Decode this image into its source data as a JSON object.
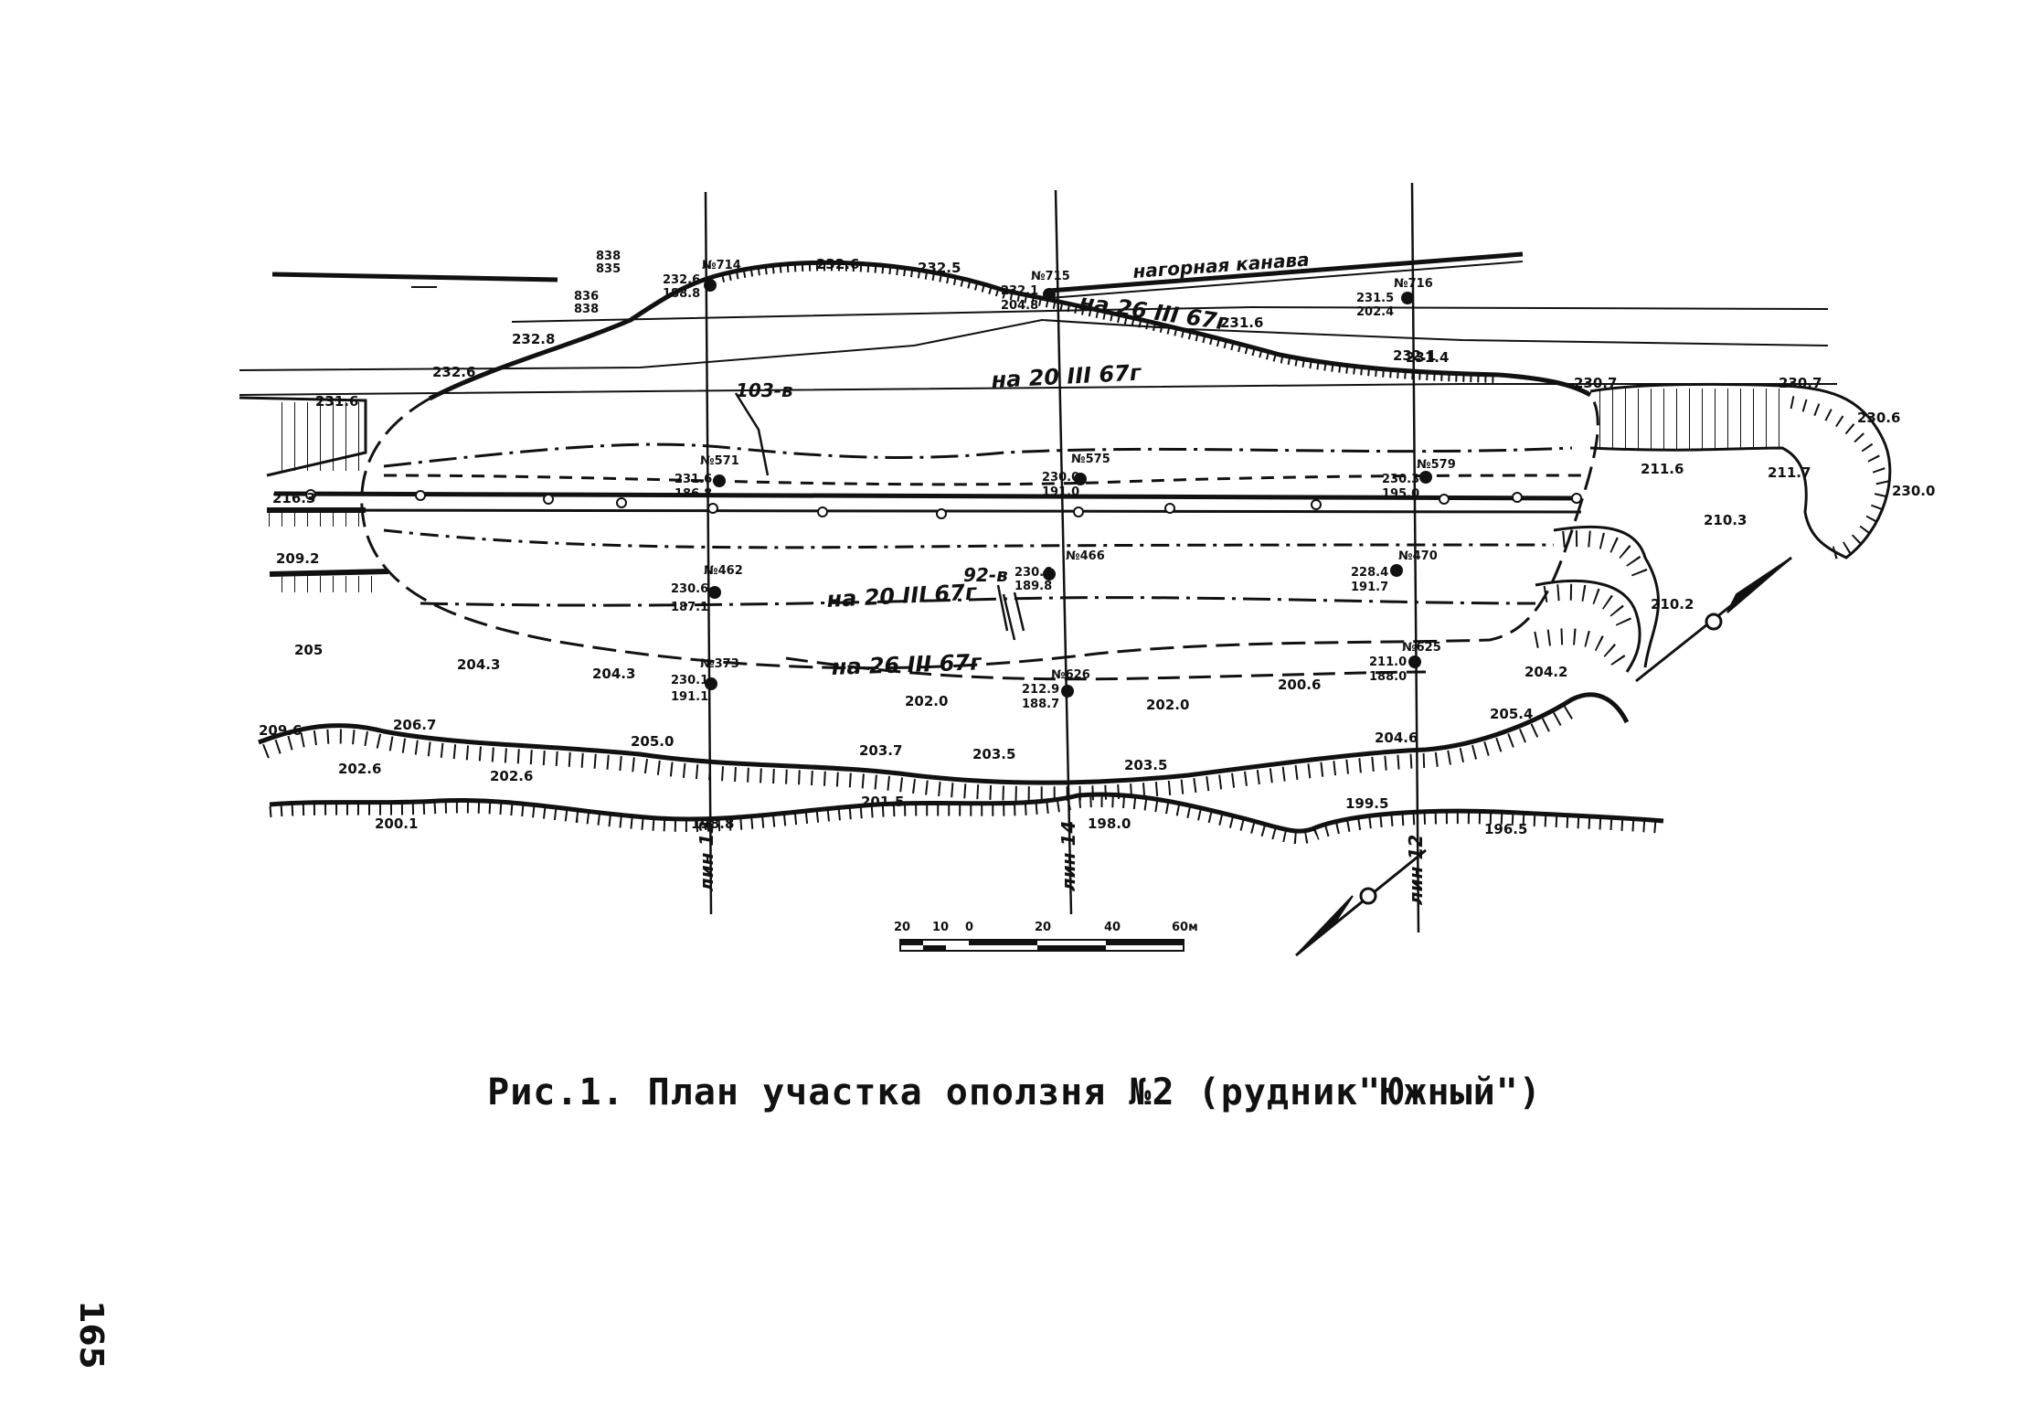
{
  "figure": {
    "caption": "Рис.1. План участка оползня №2 (рудник\"Южный\")",
    "page_number": "165"
  },
  "profiles": [
    {
      "id": "13",
      "label": "лин 13"
    },
    {
      "id": "14",
      "label": "лин 14"
    },
    {
      "id": "12",
      "label": "лин 12"
    }
  ],
  "wells": [
    {
      "name": "№714",
      "elev": "232.6",
      "depth": "188.8"
    },
    {
      "name": "№715",
      "elev": "232.1",
      "depth": "204.8"
    },
    {
      "name": "№716",
      "elev": "231.5",
      "depth": "202.4"
    },
    {
      "name": "№571",
      "elev": "231.6",
      "depth": "186.8"
    },
    {
      "name": "№575",
      "elev": "230.0",
      "depth": "191.0"
    },
    {
      "name": "№579",
      "elev": "230.3",
      "depth": "195.0"
    },
    {
      "name": "№462",
      "elev": "230.6",
      "depth": "187.1"
    },
    {
      "name": "№466",
      "elev": "230.6",
      "depth": "189.8"
    },
    {
      "name": "№470",
      "elev": "228.4",
      "depth": "191.7"
    },
    {
      "name": "№373",
      "elev": "230.1",
      "depth": "191.1"
    },
    {
      "name": "№626",
      "elev": "212.9",
      "depth": "188.7"
    },
    {
      "name": "№625",
      "elev": "211.0",
      "depth": "188.0"
    }
  ],
  "annotations": {
    "canal": "нагорная канава",
    "boundary_1": "на 26 III 67г",
    "boundary_2": "на 20 III 67г",
    "boundary_3": "на 20 III 67г",
    "boundary_4": "на 26 III 67г",
    "crack_1": "103-в",
    "crack_2": "92-в",
    "top_marks": [
      "838",
      "835",
      "836",
      "838"
    ]
  },
  "elevations": [
    "232.6",
    "232.5",
    "232.8",
    "232.6",
    "231.6",
    "232.1",
    "231.4",
    "230.7",
    "230.7",
    "230.6",
    "230.0",
    "211.6",
    "211.7",
    "210.3",
    "210.2",
    "209.2",
    "205",
    "204.3",
    "204.3",
    "202.0",
    "202.0",
    "200.6",
    "204.2",
    "205.4",
    "209.6",
    "206.7",
    "205.0",
    "203.7",
    "203.5",
    "203.5",
    "204.6",
    "202.6",
    "202.6",
    "200.1",
    "198.8",
    "201.5",
    "198.0",
    "199.5",
    "196.5",
    "216.3",
    "231.6"
  ],
  "scale_bar": {
    "ticks": [
      "20",
      "10",
      "0",
      "20",
      "40",
      "60м"
    ]
  },
  "colors": {
    "ink": "#111111",
    "paper": "#ffffff"
  }
}
